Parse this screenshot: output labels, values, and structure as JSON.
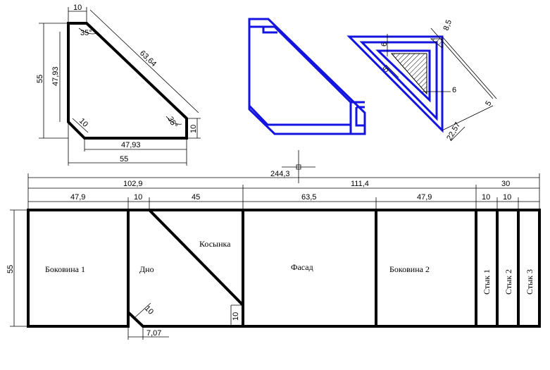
{
  "top_left": {
    "dims": [
      "10",
      "55",
      "47,93",
      "35°",
      "63,64",
      "10",
      "35°",
      "10",
      "47,93",
      "55"
    ]
  },
  "right_detail": {
    "dims": [
      "8,5",
      "6",
      "5",
      "6",
      "5",
      "22,57"
    ]
  },
  "total": "244,3",
  "strip": {
    "dim_row1": [
      "102,9",
      "111,4",
      "30"
    ],
    "dim_row2": [
      "47,9",
      "10",
      "45",
      "63,5",
      "47,9",
      "10",
      "10"
    ],
    "height": "55",
    "labels": [
      "Боковина 1",
      "Дно",
      "Косынка",
      "Фасад",
      "Боковина 2",
      "Стык 1",
      "Стык 2",
      "Стык 3"
    ],
    "small_dims": [
      "10",
      "10",
      "7,07"
    ]
  }
}
